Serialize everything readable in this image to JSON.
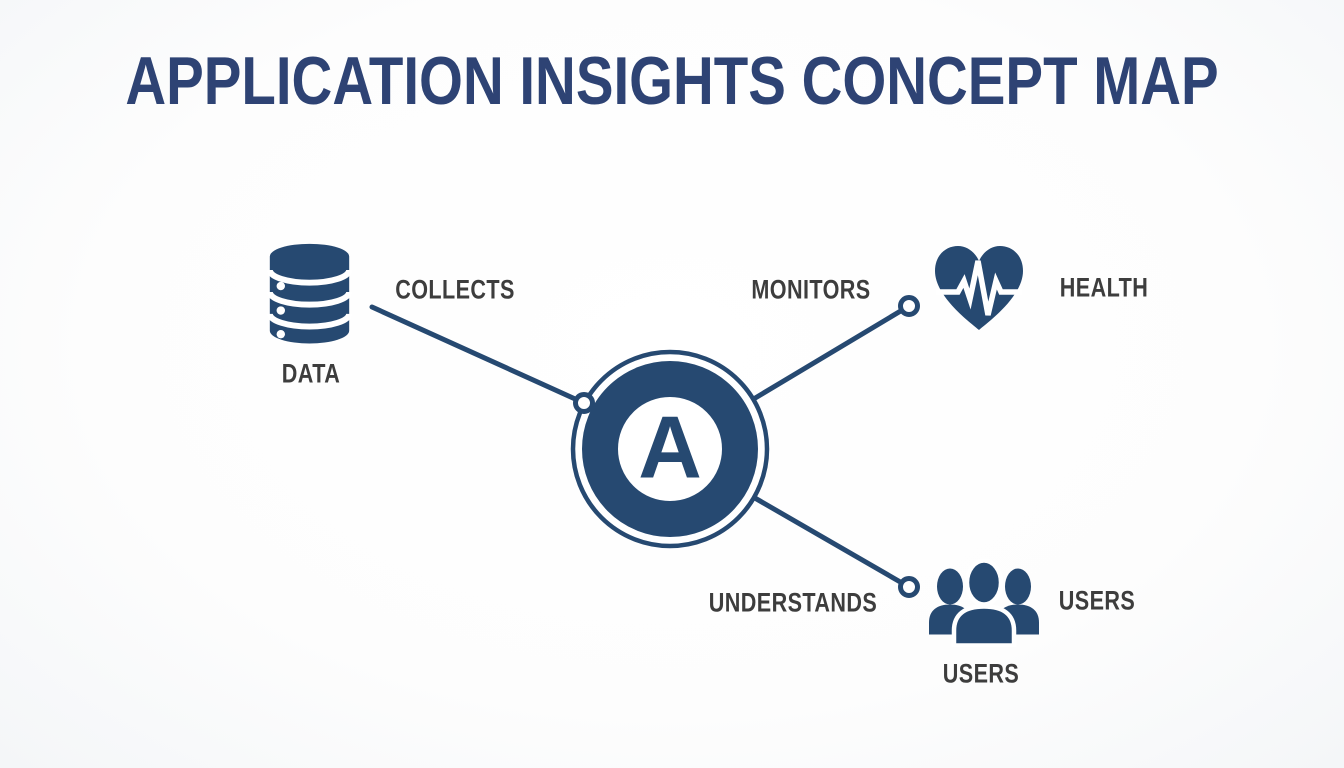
{
  "title": "APPLICATION INSIGHTS CONCEPT MAP",
  "colors": {
    "navy": "#264971",
    "title_navy": "#2e4374",
    "label_gray": "#3d3d3d",
    "background": "#fdfdfd"
  },
  "center": {
    "letter": "A",
    "icon": "application-hub-icon"
  },
  "nodes": {
    "data": {
      "icon": "database-icon",
      "label": "DATA"
    },
    "health": {
      "icon": "heart-pulse-icon",
      "label": "HEALTH"
    },
    "users": {
      "icon": "users-group-icon",
      "label_right": "USERS",
      "label_below": "USERS"
    }
  },
  "edges": [
    {
      "label": "COLLECTS",
      "from": "center",
      "to": "data"
    },
    {
      "label": "MONITORS",
      "from": "center",
      "to": "health"
    },
    {
      "label": "UNDERSTANDS",
      "from": "center",
      "to": "users"
    }
  ]
}
